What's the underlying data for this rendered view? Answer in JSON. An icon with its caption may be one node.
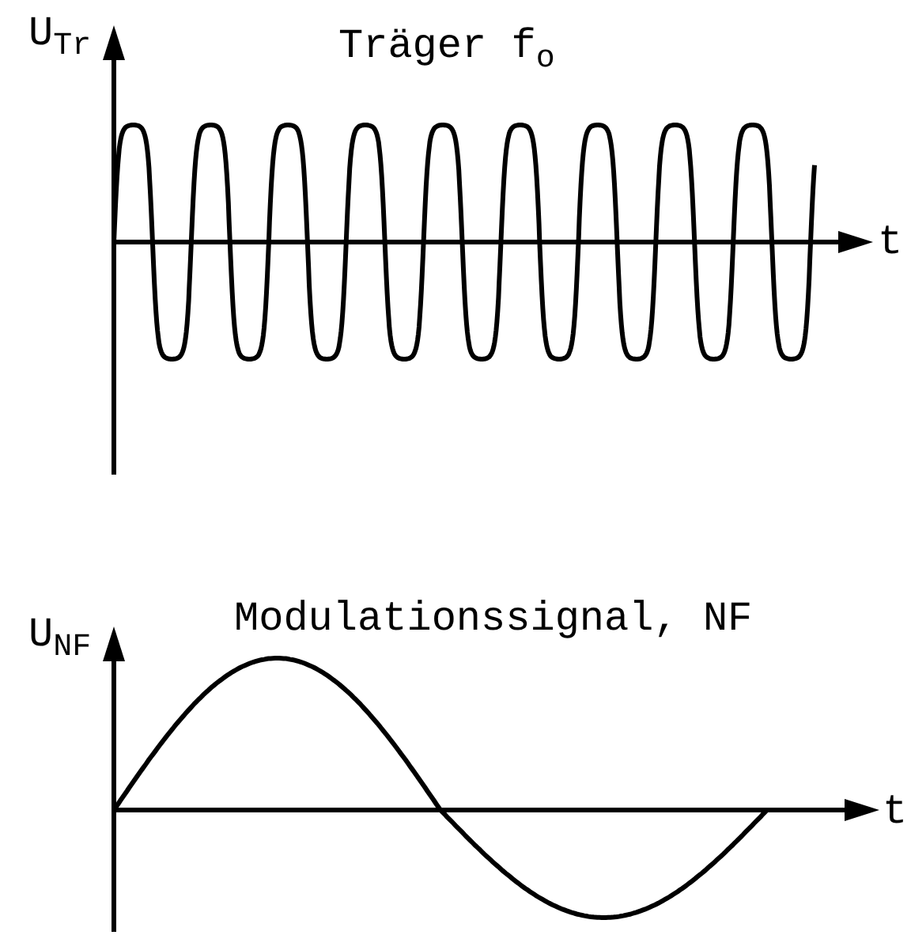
{
  "diagram": {
    "labels": [
      "U$_{Tr}$",
      "Träger f$_{o}$",
      "t",
      "U$_{NF}$",
      "Modulationssignal, NF",
      "t"
    ]
  }
}
